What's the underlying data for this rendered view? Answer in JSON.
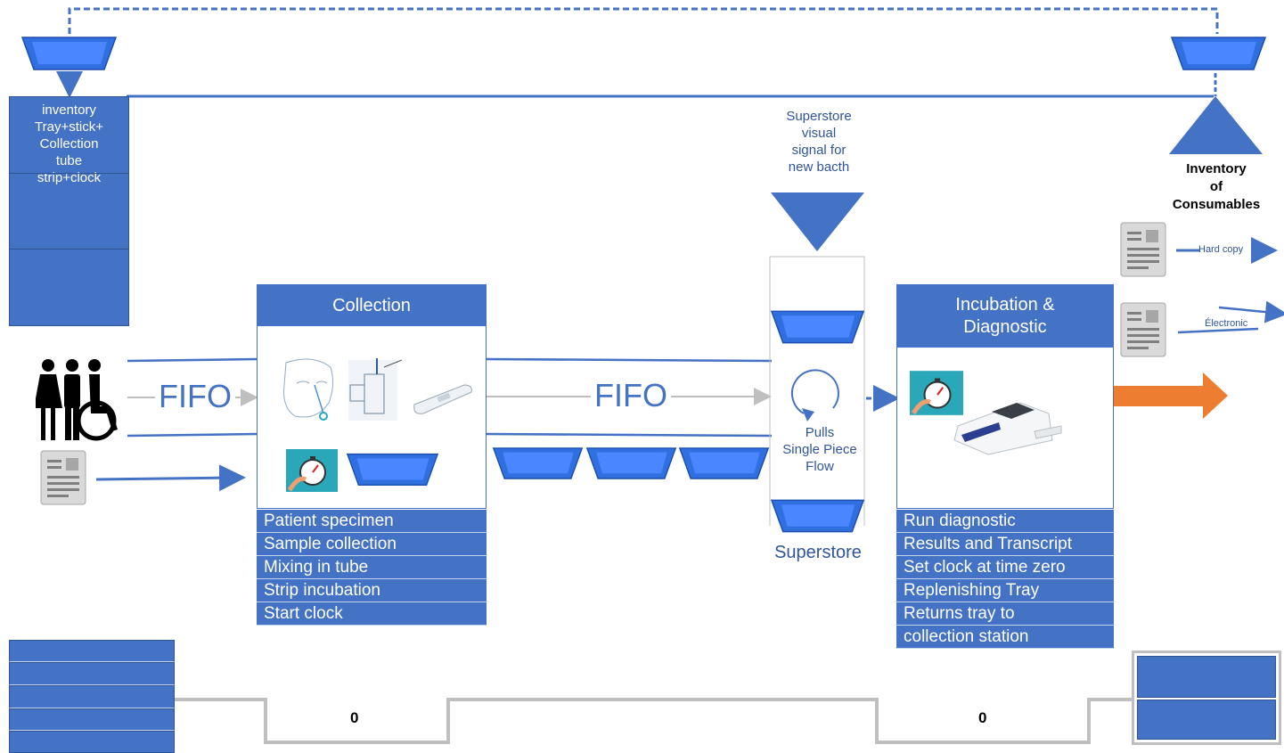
{
  "inventory_box": {
    "line1": "inventory",
    "line2": "Tray+stick+",
    "line3": "Collection",
    "line4": "tube",
    "line5": "strip+clock"
  },
  "flow": {
    "fifo_left": "FIFO",
    "fifo_middle": "FIFO"
  },
  "collection": {
    "title": "Collection",
    "steps": [
      "Patient specimen",
      "Sample collection",
      "Mixing in tube",
      "Strip incubation",
      "Start clock"
    ]
  },
  "superstore": {
    "signal_line1": "Superstore",
    "signal_line2": "visual",
    "signal_line3": "signal for",
    "signal_line4": "new bacth",
    "pulls_line1": "Pulls",
    "pulls_line2": "Single Piece",
    "pulls_line3": "Flow",
    "label": "Superstore"
  },
  "incubation": {
    "title_line1": "Incubation &",
    "title_line2": "Diagnostic",
    "steps": [
      "Run diagnostic",
      "Results and Transcript",
      "Set clock at time zero",
      "Replenishing Tray",
      "Returns tray to",
      "collection station"
    ]
  },
  "consumables": {
    "line1": "Inventory",
    "line2": "of",
    "line3": "Consumables"
  },
  "outputs": {
    "hard_copy": "Hard copy",
    "electronic": "Électronic"
  },
  "timeline": {
    "value_left": "0",
    "value_right": "0"
  },
  "colors": {
    "primary_blue": "#4472c4",
    "dark_blue": "#2f5597",
    "tray_blue": "#2f6fe0",
    "arrow_orange": "#ed7d31",
    "timeline_gray": "#bfbfbf"
  }
}
